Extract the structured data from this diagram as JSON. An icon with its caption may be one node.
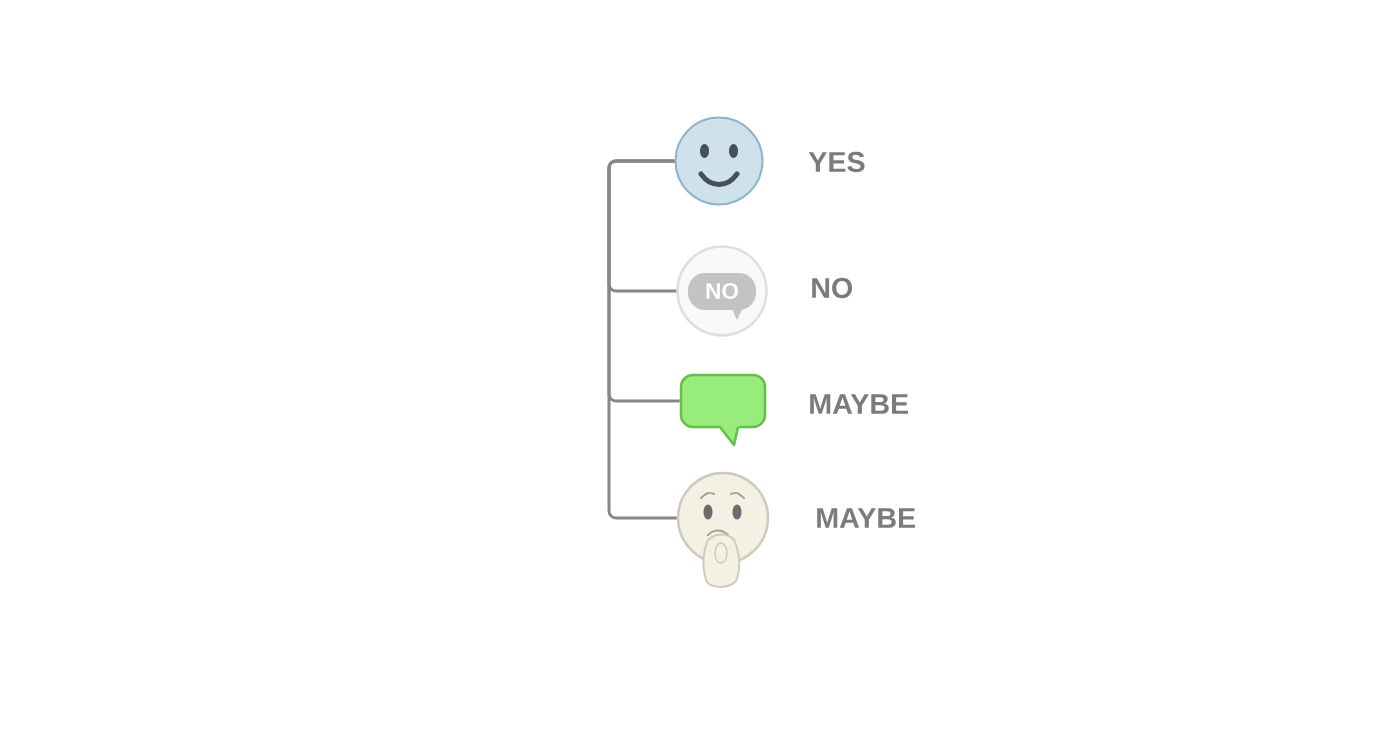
{
  "diagram": {
    "nodes": [
      {
        "text": [],
        "shape": "picture",
        "beside": [
          "YES"
        ]
      },
      {
        "text": [
          "NO"
        ],
        "beside": [
          "NO"
        ]
      },
      {
        "text": [],
        "shape": "box",
        "beside": [
          "MAYBE"
        ]
      },
      {
        "text": [],
        "shape": "picture",
        "beside": [
          "MAYBE"
        ]
      }
    ],
    "edges": [
      {
        "from": 0,
        "to": 1,
        "arrow": "none"
      },
      {
        "from": 0,
        "to": 2,
        "arrow": "none"
      },
      {
        "from": 0,
        "to": 3,
        "arrow": "none"
      }
    ]
  }
}
